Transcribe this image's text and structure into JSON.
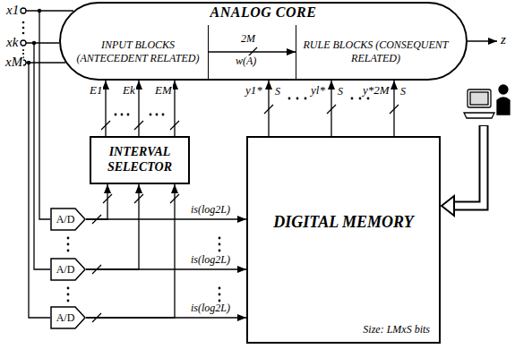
{
  "diagram": {
    "nodes": [
      {
        "text": [
          "ANALOG CORE"
        ]
      },
      {
        "text": [
          "INPUT BLOCKS (ANTECEDENT RELATED)"
        ],
        "in": 0
      },
      {
        "text": [
          "RULE BLOCKS (CONSEQUENT RELATED)"
        ],
        "in": 0
      },
      {
        "text": [
          "INTERVAL SELECTOR"
        ]
      },
      {
        "text": [
          "DIGITAL MEMORY",
          "Size: LMxS bits"
        ]
      },
      {
        "text": [
          "A/D"
        ]
      },
      {
        "text": [
          "A/D"
        ]
      },
      {
        "text": [
          "A/D"
        ]
      }
    ],
    "edges": [
      {
        "from": 1,
        "to": 2,
        "arrow": "to",
        "label": "w(A)"
      },
      {
        "from": 3,
        "to": 0,
        "arrow": "to",
        "label": "E1"
      },
      {
        "from": 3,
        "to": 0,
        "arrow": "to",
        "label": "Ek"
      },
      {
        "from": 3,
        "to": 0,
        "arrow": "to",
        "label": "EM"
      },
      {
        "from": 4,
        "to": 0,
        "arrow": "to",
        "label": "y1*"
      },
      {
        "from": 4,
        "to": 0,
        "arrow": "to",
        "label": "yl*"
      },
      {
        "from": 4,
        "to": 0,
        "arrow": "to",
        "label": "y*2M"
      },
      {
        "from": 5,
        "to": 3,
        "arrow": "to"
      },
      {
        "from": 5,
        "to": 4,
        "arrow": "to",
        "label": "is(log2L)"
      },
      {
        "from": 6,
        "to": 3,
        "arrow": "to"
      },
      {
        "from": 6,
        "to": 4,
        "arrow": "to",
        "label": "is(log2L)"
      },
      {
        "from": 7,
        "to": 3,
        "arrow": "to"
      },
      {
        "from": 7,
        "to": 4,
        "arrow": "to",
        "label": "is(log2L)"
      }
    ],
    "labels": [
      "x1",
      "xk",
      "xM",
      "z",
      "2M",
      "S",
      "S",
      "S"
    ]
  }
}
